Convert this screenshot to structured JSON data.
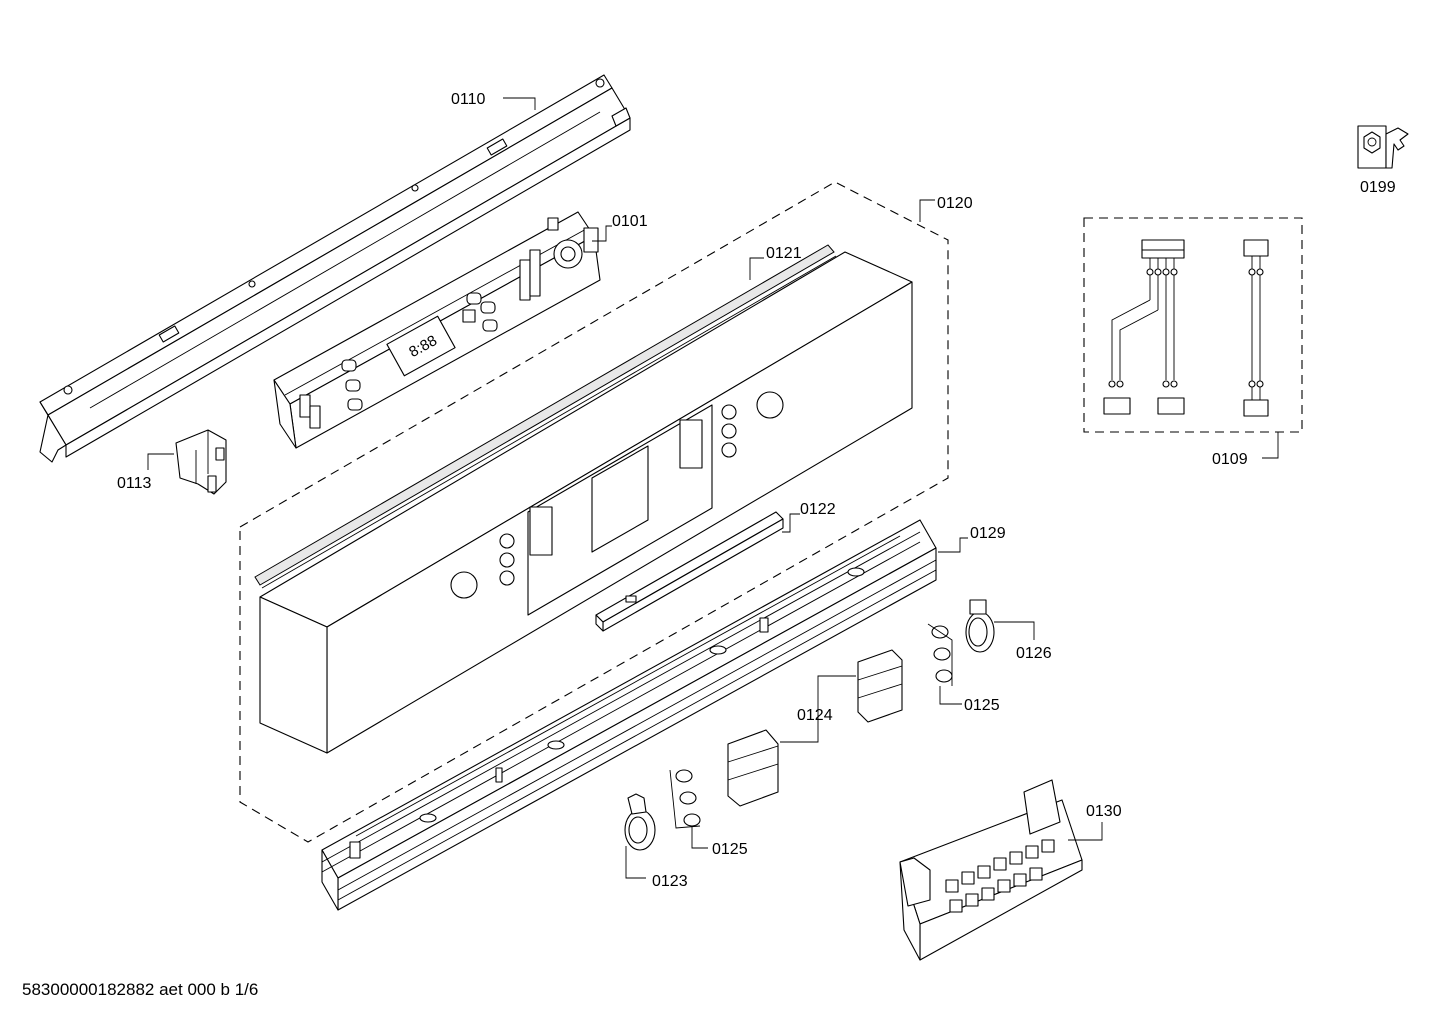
{
  "parts": [
    {
      "id": "p0110",
      "label": "0110"
    },
    {
      "id": "p0101",
      "label": "0101"
    },
    {
      "id": "p0120",
      "label": "0120"
    },
    {
      "id": "p0121",
      "label": "0121"
    },
    {
      "id": "p0113",
      "label": "0113"
    },
    {
      "id": "p0122",
      "label": "0122"
    },
    {
      "id": "p0129",
      "label": "0129"
    },
    {
      "id": "p0126",
      "label": "0126"
    },
    {
      "id": "p0125a",
      "label": "0125"
    },
    {
      "id": "p0124",
      "label": "0124"
    },
    {
      "id": "p0125b",
      "label": "0125"
    },
    {
      "id": "p0123",
      "label": "0123"
    },
    {
      "id": "p0130",
      "label": "0130"
    },
    {
      "id": "p0109",
      "label": "0109"
    },
    {
      "id": "p0199",
      "label": "0199"
    }
  ],
  "display_readout": "8:88",
  "footer": "58300000182882 aet 000 b 1/6"
}
